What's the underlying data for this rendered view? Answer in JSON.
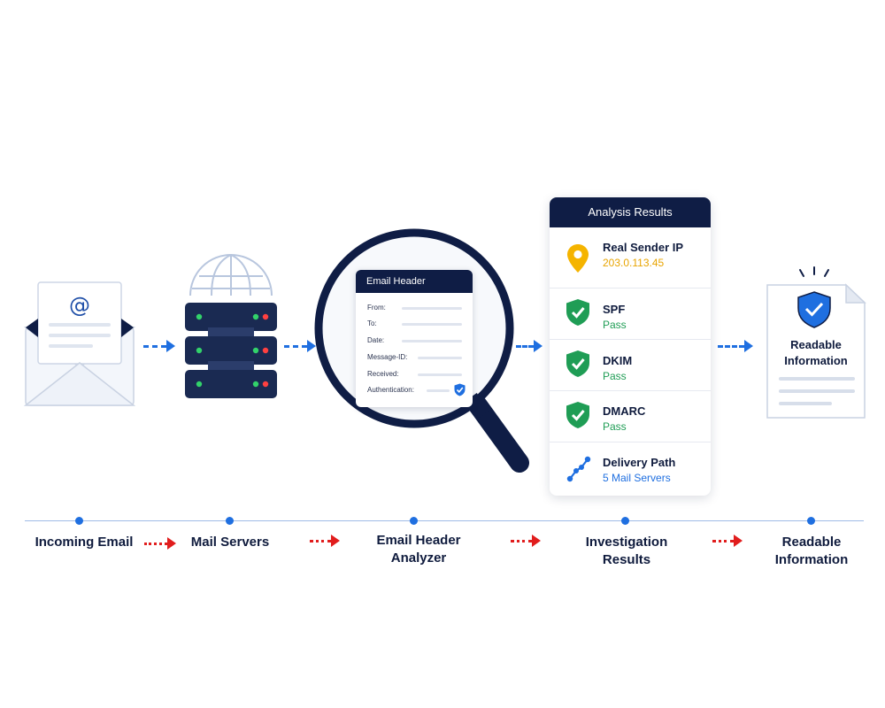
{
  "analyzer": {
    "title": "Email Header",
    "fields": [
      "From:",
      "To:",
      "Date:",
      "Message-ID:",
      "Received:",
      "Authentication:"
    ]
  },
  "results": {
    "title": "Analysis Results",
    "items": [
      {
        "title": "Real Sender IP",
        "value": "203.0.113.45",
        "icon": "location-pin-icon",
        "value_color": "#e8a400"
      },
      {
        "title": "SPF",
        "value": "Pass",
        "icon": "shield-check-icon",
        "value_color": "#1f9d55"
      },
      {
        "title": "DKIM",
        "value": "Pass",
        "icon": "shield-check-icon",
        "value_color": "#1f9d55"
      },
      {
        "title": "DMARC",
        "value": "Pass",
        "icon": "shield-check-icon",
        "value_color": "#1f9d55"
      },
      {
        "title": "Delivery Path",
        "value": "5 Mail Servers",
        "icon": "path-nodes-icon",
        "value_color": "#1f6fe0"
      }
    ]
  },
  "document": {
    "line1": "Readable",
    "line2": "Information"
  },
  "steps": [
    {
      "line1": "Incoming Email",
      "line2": ""
    },
    {
      "line1": "Mail Servers",
      "line2": ""
    },
    {
      "line1": "Email Header",
      "line2": "Analyzer"
    },
    {
      "line1": "Investigation",
      "line2": "Results"
    },
    {
      "line1": "Readable",
      "line2": "Information"
    }
  ],
  "colors": {
    "navy": "#0f1d45",
    "accent_blue": "#1f6fe0",
    "pass_green": "#1f9d55",
    "ip_amber": "#e8a400",
    "flow_red": "#e11d1d"
  }
}
